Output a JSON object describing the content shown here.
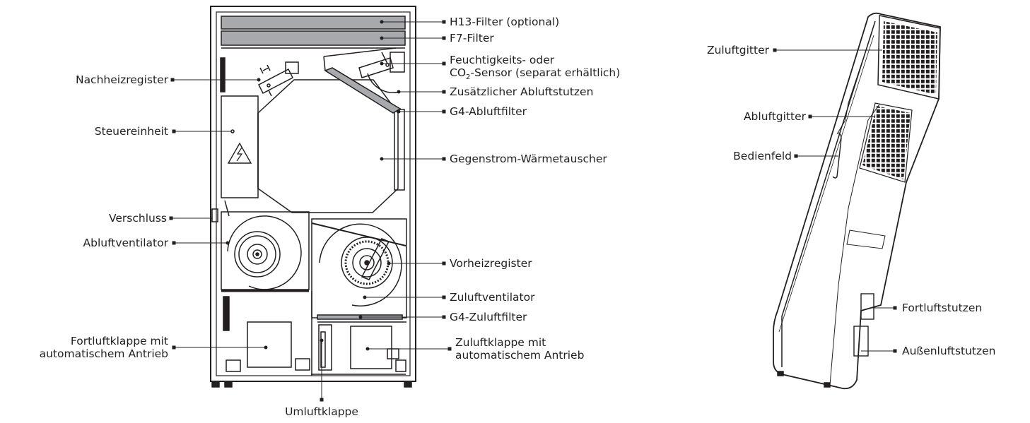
{
  "left_unit": {
    "labels_right": {
      "h13": "H13-Filter (optional)",
      "f7": "F7-Filter",
      "sensor_1": "Feuchtigkeits- oder",
      "sensor_2_pre": "CO",
      "sensor_2_sub": "2",
      "sensor_2_post": "-Sensor (separat erhältlich)",
      "extra_extract": "Zusätzlicher Abluftstutzen",
      "g4_extract": "G4-Abluftfilter",
      "heat_exchanger": "Gegenstrom-Wärmetauscher",
      "preheater": "Vorheizregister",
      "supply_fan": "Zuluftventilator",
      "g4_supply": "G4-Zuluftfilter",
      "supply_damper_1": "Zuluftklappe mit",
      "supply_damper_2": "automatischem Antrieb"
    },
    "labels_left": {
      "reheater": "Nachheizregister",
      "control_unit": "Steuereinheit",
      "latch": "Verschluss",
      "extract_fan": "Abluftventilator",
      "exhaust_damper_1": "Fortluftklappe mit",
      "exhaust_damper_2": "automatischem Antrieb"
    },
    "labels_bottom": {
      "bypass_damper": "Umluftklappe"
    }
  },
  "right_unit": {
    "labels_left": {
      "supply_grille": "Zuluftgitter",
      "extract_grille": "Abluftgitter",
      "control_panel": "Bedienfeld"
    },
    "labels_right": {
      "exhaust_spigot": "Fortluftstutzen",
      "outdoor_spigot": "Außenluftstutzen"
    }
  },
  "colors": {
    "line": "#231f20",
    "filter_fill": "#a7a9ac",
    "background": "#ffffff"
  }
}
